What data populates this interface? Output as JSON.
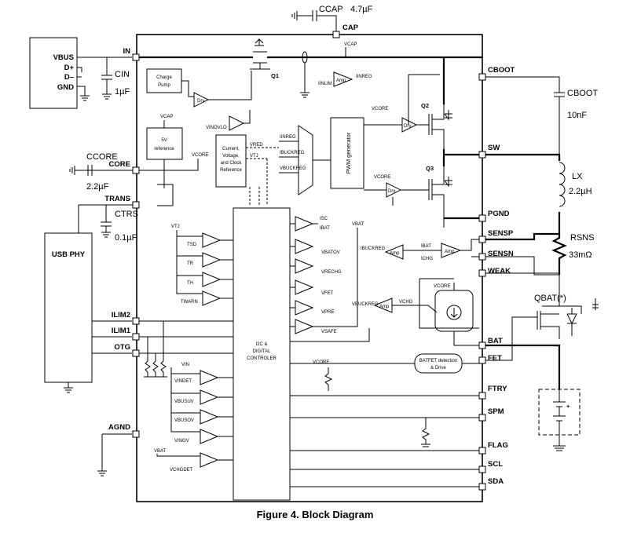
{
  "caption": "Figure 4. Block Diagram",
  "usb_connector": {
    "vbus": "VBUS",
    "dplus": "D+",
    "dminus": "D–",
    "gnd": "GND"
  },
  "usb_phy": "USB PHY",
  "pins": {
    "in": "IN",
    "cap": "CAP",
    "core": "CORE",
    "trans": "TRANS",
    "ilim2": "ILIM2",
    "ilim1": "ILIM1",
    "otg": "OTG",
    "agnd": "AGND",
    "cboot": "CBOOT",
    "sw": "SW",
    "pgnd": "PGND",
    "sensp": "SENSP",
    "sensn": "SENSN",
    "weak": "WEAK",
    "bat": "BAT",
    "fet": "FET",
    "ftry": "FTRY",
    "spm": "SPM",
    "flag": "FLAG",
    "scl": "SCL",
    "sda": "SDA"
  },
  "components": {
    "c_cap": "CCAP",
    "c_cap_value": "4.7µF",
    "c_in": "CIN",
    "c_in_value": "1µF",
    "c_core": "CCORE",
    "c_core_value": "2.2µF",
    "c_trs": "CTRS",
    "c_trs_value": "0.1µF",
    "c_boot": "CBOOT",
    "c_boot_value": "10nF",
    "lx": "LX",
    "lx_value": "2.2µH",
    "r_sns": "RSNS",
    "r_sns_value": "33mΩ",
    "q1": "Q1",
    "q2": "Q2",
    "q3": "Q3",
    "q_bat": "QBAT(*)"
  },
  "blocks": {
    "charge_pump": [
      "Charge",
      "Pump"
    ],
    "ref5v": [
      "5V",
      "reference"
    ],
    "current_ref": [
      "Current,",
      "Voltage,",
      "and Clock",
      "Reference"
    ],
    "pwm": "PWM generator",
    "i2c": [
      "I2C &",
      "DIGITAL",
      "CONTROLER"
    ],
    "batfet": [
      "BATFET detection",
      "& Drive"
    ]
  },
  "signals": {
    "vcap": "VCAP",
    "vcore": "VCORE",
    "vin": "VIN",
    "vbat": "VBAT",
    "vtj": "VTJ",
    "vinovlo": "VINOVLO",
    "iinreg": "IINREG",
    "iinlim": "IINLIM",
    "vred": "VRED",
    "ireg": "IINREG",
    "ibuckreg": "IBUCKREG",
    "vbuckreg": "VBUCKREG",
    "drv": "Drv",
    "amp": "Amp",
    "isc": "ISC",
    "ibat": "IBAT",
    "ichg": "ICHG",
    "vbatov": "VBATOV",
    "vrechg": "VRECHG",
    "vfet": "VFET",
    "vpre": "VPRE",
    "vsafe": "VSAFE",
    "tsd": "TSD",
    "tr": "TR",
    "th": "TH",
    "twarn": "TWARN",
    "vindet": "VINDET",
    "vbusuv": "VBUSUV",
    "vbusov": "VBUSOV",
    "vinov": "VINOV",
    "vchgdet": "VCHGDET",
    "vchg": "VCHG",
    "vbuckreg2": "VBUCKREG"
  },
  "colors": {
    "line": "#000000",
    "background": "#ffffff"
  }
}
